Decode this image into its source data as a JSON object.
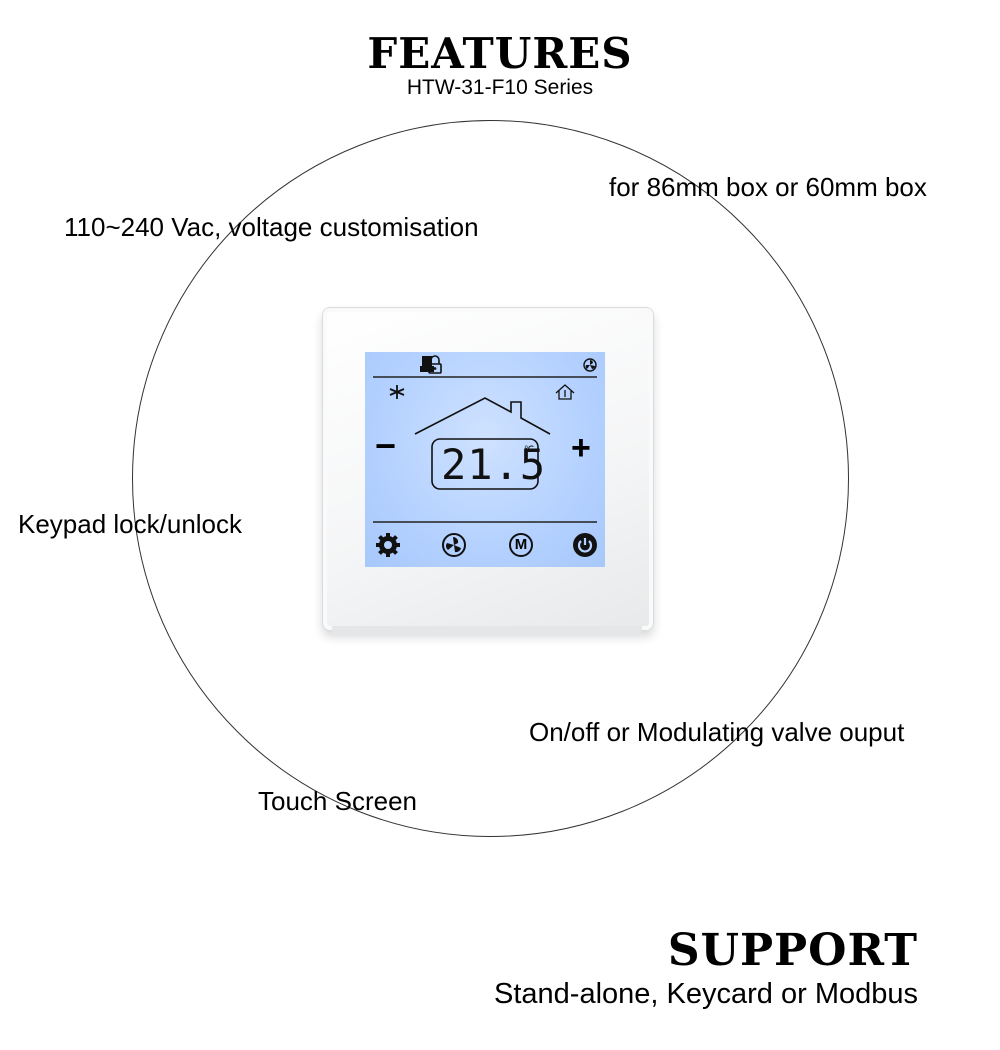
{
  "features": {
    "title": "FEATURES",
    "subtitle": "HTW-31-F10 Series",
    "items": [
      "for 86mm box or 60mm box",
      "110~240 Vac, voltage customisation",
      "Keypad lock/unlock",
      "On/off or Modulating valve ouput",
      "Touch Screen"
    ]
  },
  "thermostat": {
    "temperature": "21.5",
    "unit": "℃",
    "minus_label": "−",
    "plus_label": "+",
    "buttons": [
      "settings",
      "fan",
      "mode",
      "power"
    ],
    "mode_label": "M",
    "icons": [
      "card-icon",
      "lock-icon",
      "fan-status-icon",
      "snowflake-icon",
      "home-temp-icon"
    ],
    "screen_color": "#b4d1ff"
  },
  "support": {
    "title": "SUPPORT",
    "subtitle": "Stand-alone, Keycard or Modbus"
  }
}
